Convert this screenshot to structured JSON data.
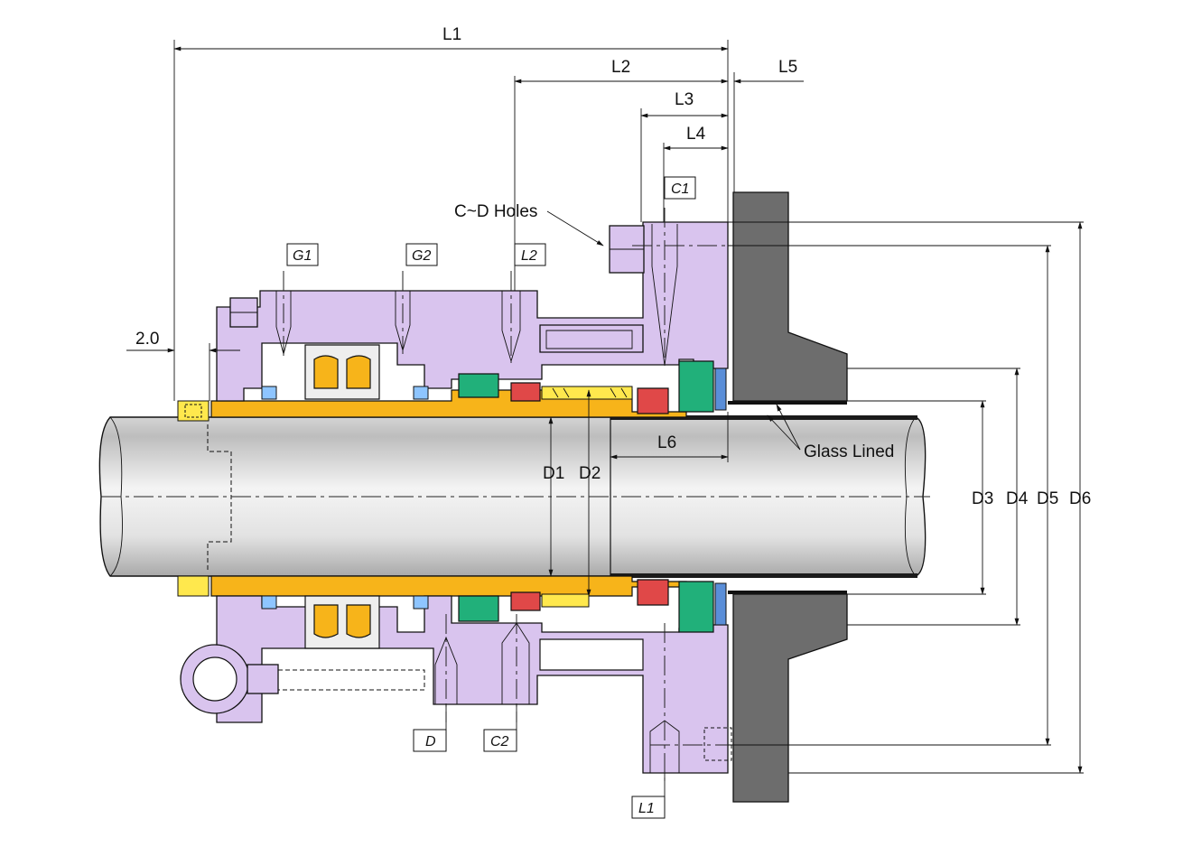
{
  "dimensions": {
    "L1": "L1",
    "L2": "L2",
    "L3": "L3",
    "L4": "L4",
    "L5": "L5",
    "L6": "L6",
    "D1": "D1",
    "D2": "D2",
    "D3": "D3",
    "D4": "D4",
    "D5": "D5",
    "D6": "D6",
    "gap": "2.0"
  },
  "callouts": {
    "holes": "C~D Holes",
    "glass": "Glass Lined"
  },
  "ports": {
    "G1": "G1",
    "G2": "G2",
    "L2": "L2",
    "C1": "C1",
    "D": "D",
    "C2": "C2",
    "L1": "L1"
  },
  "colors": {
    "housing": "#d9c4ee",
    "sleeve": "#f7b41a",
    "seal_face": "#21b07a",
    "rotating_face": "#e04848",
    "flange": "#6d6d6d"
  }
}
